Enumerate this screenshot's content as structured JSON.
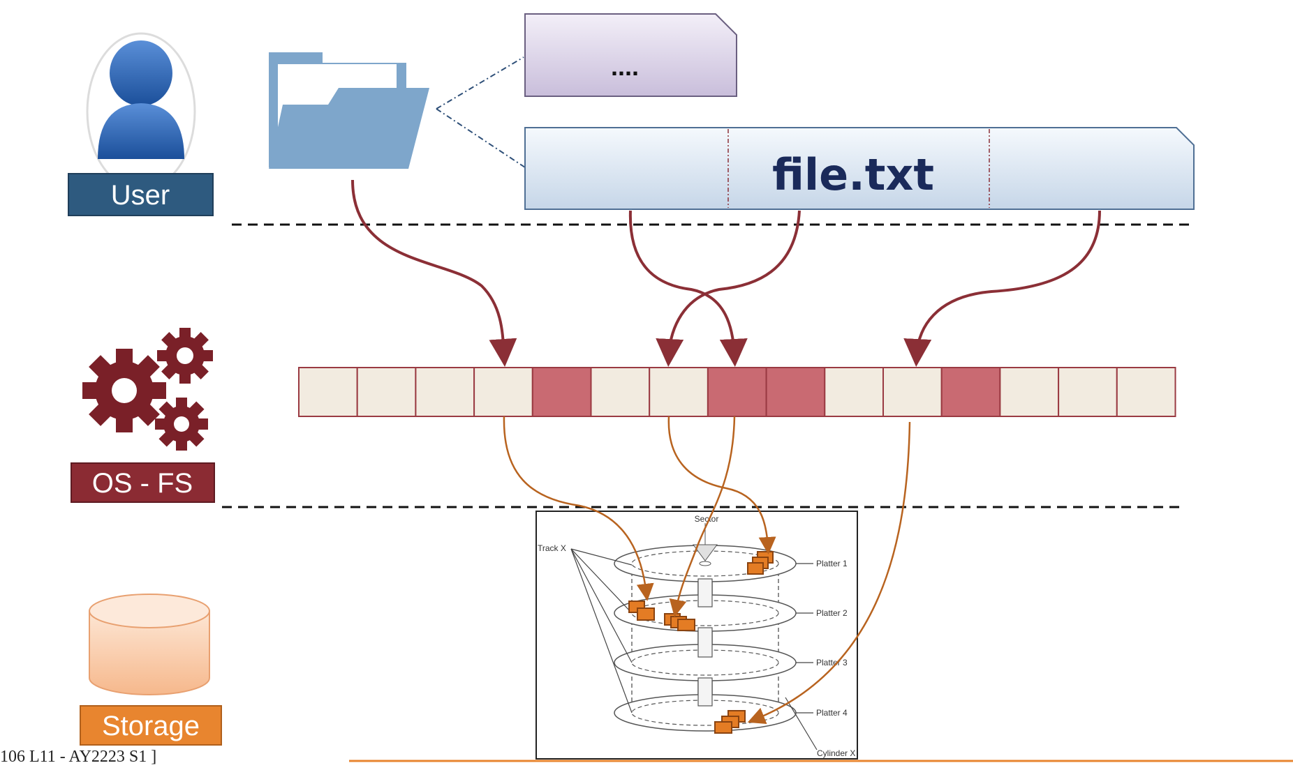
{
  "layers": {
    "user_label": "User",
    "os_label": "OS - FS",
    "storage_label": "Storage"
  },
  "files": {
    "other_label": "....",
    "file_name": "file.txt"
  },
  "disk": {
    "sector_label": "Sector",
    "track_label": "Track X",
    "platters": [
      "Platter 1",
      "Platter 2",
      "Platter 3",
      "Platter 4"
    ],
    "cylinder_label": "Cylinder X"
  },
  "blocks": {
    "count": 15,
    "highlighted": [
      4,
      7,
      8,
      11
    ]
  },
  "footer": "106 L11 - AY2223 S1 ]",
  "colors": {
    "user_box": "#2e5a7f",
    "os_box": "#8b2b33",
    "storage_box": "#e8852f",
    "block_fill": "#f2ebe0",
    "block_highlight": "#c96a72",
    "arrow_red": "#8b2f36",
    "arrow_orange": "#b8631f",
    "chunk_orange": "#e47c24",
    "folder_blue": "#7ea6cb"
  }
}
